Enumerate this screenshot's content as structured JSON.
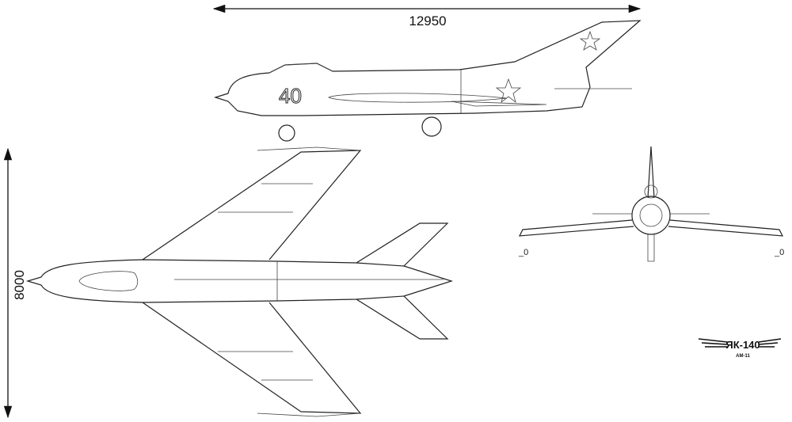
{
  "dimensions": {
    "length": "12950",
    "span": "8000"
  },
  "markings": {
    "tail_number": "40"
  },
  "logo": {
    "title": "ЯК-140",
    "subtitle": "АМ-11"
  },
  "colors": {
    "line": "#222222",
    "background": "#ffffff"
  }
}
